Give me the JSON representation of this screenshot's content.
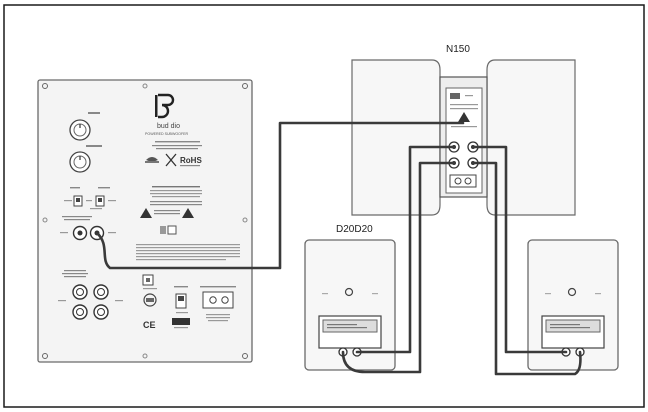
{
  "labels": {
    "center_speaker": "N150",
    "satellite_speakers": "D20D20"
  },
  "subwoofer_panel": {
    "brand_text": "bud dio",
    "brand_sub": "POWERED SUBWOOFER",
    "rohs_text": "RoHS",
    "ce_text": "CE"
  },
  "colors": {
    "cable": "#3a3a3a",
    "outline": "#5a5a5a",
    "panel_fill": "#f4f4f4",
    "speaker_fill": "#f7f7f7",
    "frame": "#1a1a1a"
  }
}
